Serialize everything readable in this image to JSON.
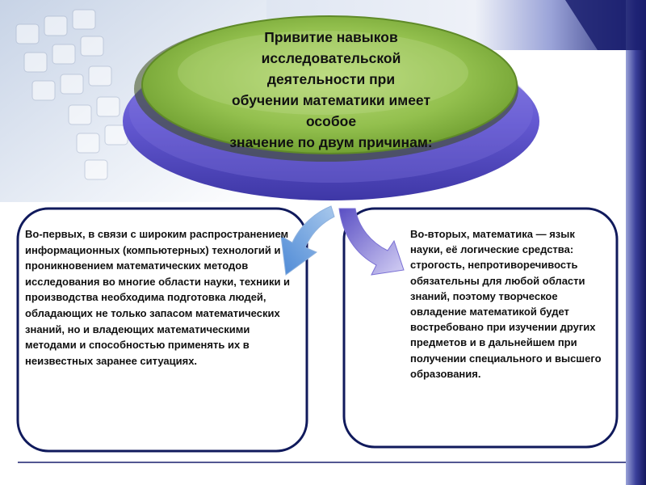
{
  "title": {
    "lines": [
      "Привитие навыков",
      "исследовательской",
      "деятельности при",
      "обучении математики имеет",
      "особое",
      "значение по двум причинам:"
    ]
  },
  "left_box": {
    "text": "Во-первых, в связи с широким распространением информационных (компьютерных) технологий и проникновением математических методов исследования во многие области науки, техники и производства необходима подготовка людей, обладающих не только запасом математических знаний, но и владеющих математическими методами и способностью применять их в неизвестных заранее ситуациях."
  },
  "right_box": {
    "text": "Во-вторых, математика — язык науки, её логические средства: строгость, непротиворечивость обязательны для любой области знаний, поэтому творческое овладение математикой будет востребовано при изучении других предметов и в дальнейшем при получении специального и высшего образования."
  },
  "colors": {
    "navy": "#1a1f6e",
    "ellipse_green": "#7ca83a",
    "ellipse_purple": "#6a5fd0",
    "box_border": "#101a5c"
  }
}
